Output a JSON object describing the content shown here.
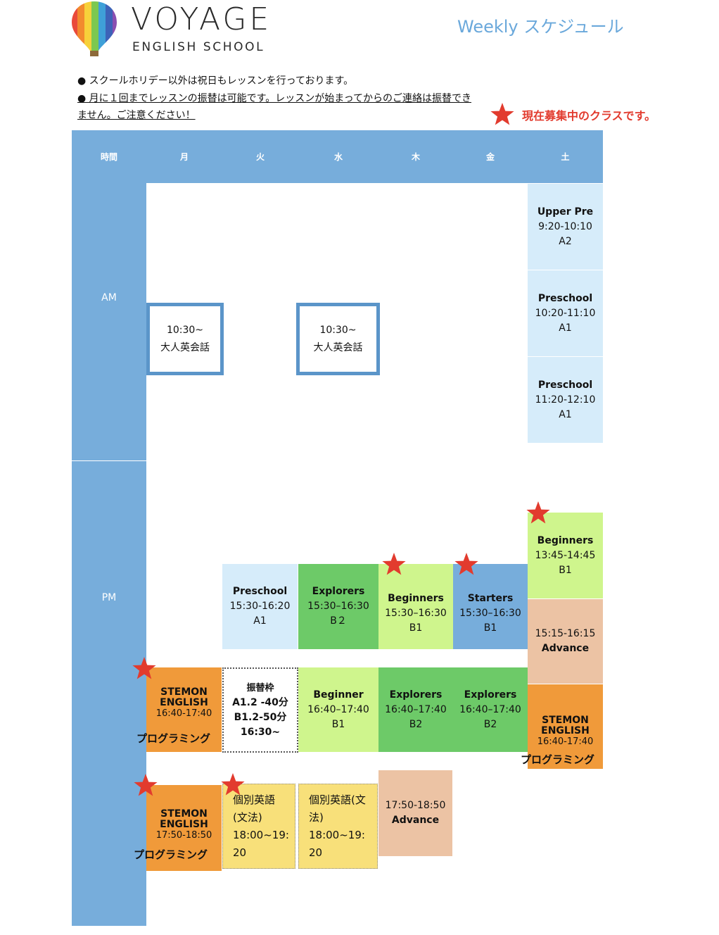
{
  "header": {
    "logo_word": "VOYAGE",
    "logo_sub": "ENGLISH SCHOOL",
    "title": "Weekly スケジュール"
  },
  "notes": {
    "note_1": "● スクールホリデー以外は祝日もレッスンを行っております。",
    "note_2": "● 月に１回までレッスンの振替は可能です。レッスンが始まってからのご連絡は振替できません。ご注意ください！",
    "recruiting": "現在募集中のクラスです。"
  },
  "schedule": {
    "time_header": "時間",
    "days": [
      "月",
      "火",
      "水",
      "木",
      "金",
      "土"
    ],
    "periods": {
      "am": "AM",
      "pm": "PM"
    },
    "classes": {
      "sat_upper_pre": {
        "name": "Upper Pre",
        "time": "9:20-10:10",
        "level": "A2"
      },
      "sat_preschool_1": {
        "name": "Preschool",
        "time": "10:20-11:10",
        "level": "A1"
      },
      "sat_preschool_2": {
        "name": "Preschool",
        "time": "11:20-12:10",
        "level": "A1"
      },
      "mon_adult": {
        "time": "10:30~",
        "name": "大人英会話"
      },
      "wed_adult": {
        "time": "10:30~",
        "name": "大人英会話"
      },
      "sat_beginners": {
        "name": "Beginners",
        "time": "13:45-14:45",
        "level": "B1"
      },
      "tue_preschool": {
        "name": "Preschool",
        "time": "15:30-16:20",
        "level": "A1"
      },
      "wed_explorers": {
        "name": "Explorers",
        "time": "15:30–16:30",
        "level": "B２"
      },
      "thu_beginners": {
        "name": "Beginners",
        "time": "15:30–16:30",
        "level": "B1"
      },
      "fri_starters": {
        "name": "Starters",
        "time": "15:30–16:30",
        "level": "B1"
      },
      "sat_advance": {
        "time": "15:15-16:15",
        "name": "Advance"
      },
      "mon_stemon": {
        "line1": "STEMON",
        "line2": "ENGLISH",
        "time": "16:40-17:40",
        "label": "プログラミング"
      },
      "tue_makeup": {
        "line1": "振替枠",
        "line2": "A1.2 -40分",
        "line3": "B1.2-50分",
        "line4": "16:30~"
      },
      "wed_beginner": {
        "name": "Beginner",
        "time": "16:40–17:40",
        "level": "B1"
      },
      "thu_explorers": {
        "name": "Explorers",
        "time": "16:40–17:40",
        "level": "B2"
      },
      "fri_explorers": {
        "name": "Explorers",
        "time": "16:40–17:40",
        "level": "B2"
      },
      "sat_stemon": {
        "line1": "STEMON",
        "line2": "ENGLISH",
        "time": "16:40-17:40",
        "label": "プログラミング"
      },
      "mon_stemon_2": {
        "line1": "STEMON",
        "line2": "ENGLISH",
        "time": "17:50-18:50",
        "label": "プログラミング"
      },
      "tue_private": {
        "l1": "個別英語",
        "l2": "(文法)",
        "l3": "18:00~19:",
        "l4": "20"
      },
      "wed_private": {
        "l1": "個別英語(文",
        "l2": "法)",
        "l3": "18:00~19:",
        "l4": "20"
      },
      "thu_advance": {
        "time": "17:50-18:50",
        "name": "Advance"
      }
    }
  },
  "colors": {
    "band": "#77addb",
    "title": "#6aa8db",
    "star": "#e23b2e"
  }
}
